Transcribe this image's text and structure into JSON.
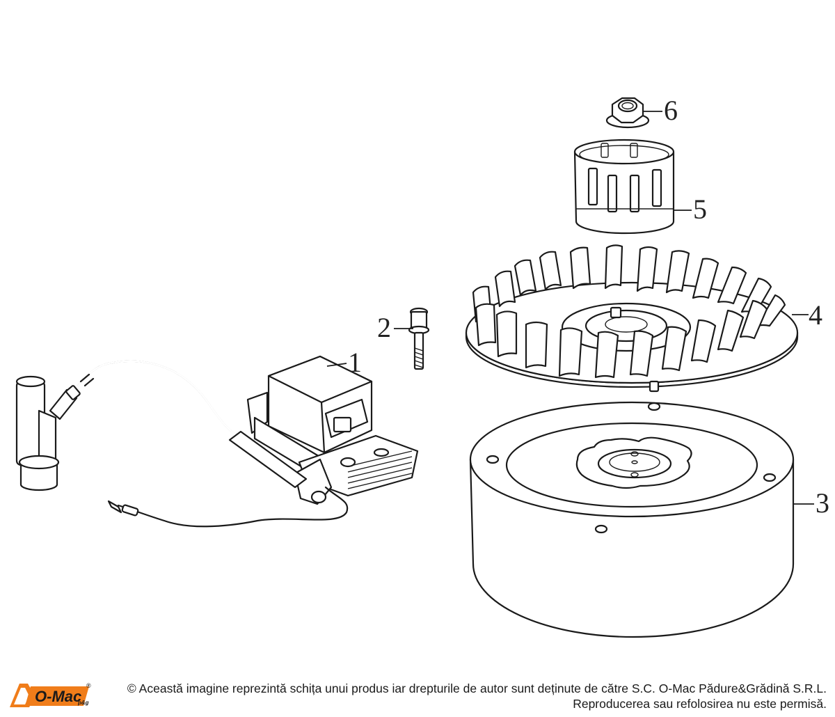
{
  "diagram": {
    "parts": [
      {
        "number": "1",
        "part": "ignition-coil"
      },
      {
        "number": "2",
        "part": "bolt"
      },
      {
        "number": "3",
        "part": "flywheel"
      },
      {
        "number": "4",
        "part": "cooling-fan"
      },
      {
        "number": "5",
        "part": "starter-cup"
      },
      {
        "number": "6",
        "part": "flange-nut"
      }
    ]
  },
  "footer": {
    "logo": {
      "brand": "O-Mac",
      "suffix": "p&g",
      "mark": "®"
    },
    "copyright_line1": "© Această imagine reprezintă schița unui produs iar drepturile de autor sunt deținute de către S.C. O-Mac Pădure&Grădină S.R.L.",
    "copyright_line2": "Reproducerea sau refolosirea nu este permisă."
  }
}
